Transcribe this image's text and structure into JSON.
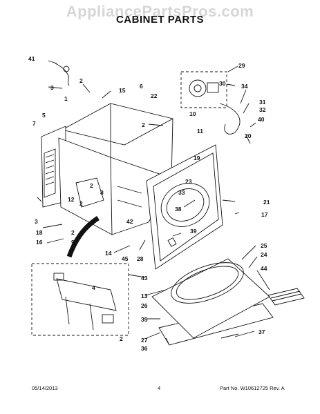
{
  "watermark": "AppliancePartsPros.com",
  "title": "CABINET PARTS",
  "footer": {
    "date": "05/14/2013",
    "page": "4",
    "part_no": "Part No.  W10612725  Rev.  A"
  },
  "callouts": {
    "c1": "1",
    "c2": "2",
    "c3": "3",
    "c4": "4",
    "c5": "5",
    "c6": "6",
    "c7": "7",
    "c8": "8",
    "c9": "9",
    "c10": "10",
    "c11": "11",
    "c12": "12",
    "c13": "13",
    "c14": "14",
    "c15": "15",
    "c16": "16",
    "c17": "17",
    "c18": "18",
    "c19": "19",
    "c20": "20",
    "c21": "21",
    "c22": "22",
    "c23": "23",
    "c24": "24",
    "c25": "25",
    "c26": "26",
    "c27": "27",
    "c28": "28",
    "c29": "29",
    "c30": "30",
    "c31": "31",
    "c32": "32",
    "c33": "33",
    "c34": "34",
    "c35": "35",
    "c36": "36",
    "c37": "37",
    "c38": "38",
    "c39": "39",
    "c40": "40",
    "c41": "41",
    "c42": "42",
    "c43": "43",
    "c44": "44",
    "c45": "45"
  }
}
